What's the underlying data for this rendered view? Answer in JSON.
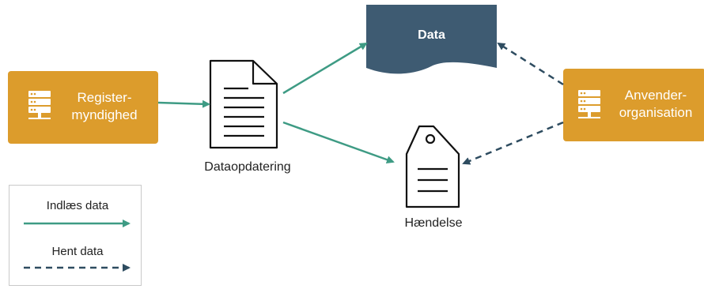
{
  "nodes": {
    "register": {
      "line1": "Register-",
      "line2": "myndighed"
    },
    "anvender": {
      "line1": "Anvender-",
      "line2": "organisation"
    },
    "data": {
      "label": "Data"
    },
    "dataopdatering": {
      "label": "Dataopdatering"
    },
    "haendelse": {
      "label": "Hændelse"
    }
  },
  "legend": {
    "indlaes": "Indlæs data",
    "hent": "Hent data"
  },
  "colors": {
    "orange": "#DC9C2C",
    "teal": "#3E9B84",
    "navy": "#2E4C60",
    "data_fill": "#3E5B72"
  }
}
